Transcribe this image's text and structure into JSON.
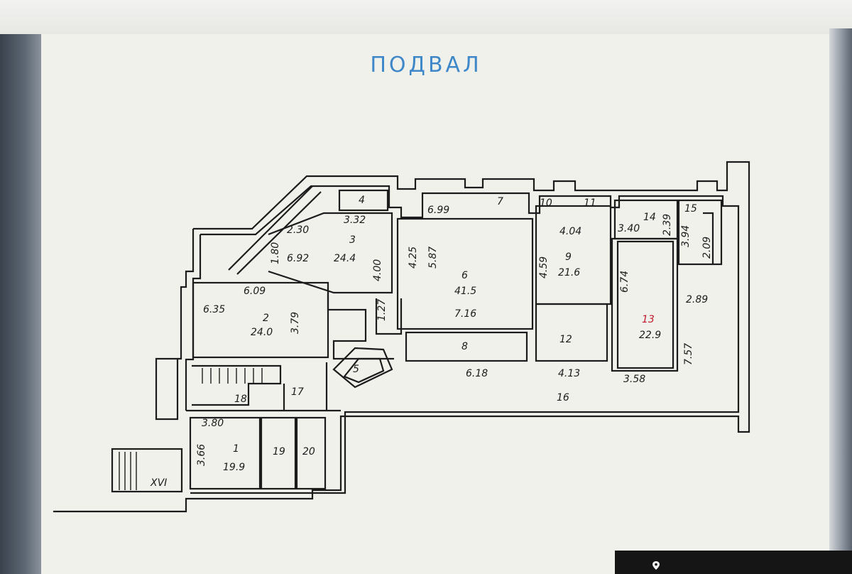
{
  "title": "ПОДВАЛ",
  "labels": {
    "r1": "1",
    "a1": "19.9",
    "d1a": "3.80",
    "d1b": "3.66",
    "r2": "2",
    "a2": "24.0",
    "d2a": "6.09",
    "d2b": "6.35",
    "d2c": "3.79",
    "r3": "3",
    "a3": "24.4",
    "d3a": "2.30",
    "d3b": "6.92",
    "d3c": "4.00",
    "d3d": "1.80",
    "r4": "4",
    "d4": "3.32",
    "r5": "5",
    "r6": "6",
    "a6": "41.5",
    "d6a": "4.25",
    "d6b": "5.87",
    "d6c": "7.16",
    "d6d": "1.27",
    "r7": "7",
    "d7": "6.99",
    "r8": "8",
    "d8": "6.18",
    "r9": "9",
    "a9": "21.6",
    "d9a": "4.04",
    "d9b": "4.59",
    "r10": "10",
    "r11": "11",
    "r12": "12",
    "d12": "4.13",
    "r13": "13",
    "a13": "22.9",
    "d13a": "6.74",
    "d13b": "3.58",
    "d13c": "7.57",
    "r14": "14",
    "d14a": "3.40",
    "d14b": "2.39",
    "r15": "15",
    "d15a": "3.94",
    "d15b": "2.09",
    "r16": "16",
    "d16": "2.89",
    "r17": "17",
    "r18": "18",
    "r19": "19",
    "r20": "20",
    "xvi": "XVI"
  },
  "colors": {
    "title": "#3e87c9",
    "lines": "#1c1c1c",
    "highlight": "#c0182a"
  },
  "icons": {
    "map_pin": "map-pin-icon"
  }
}
